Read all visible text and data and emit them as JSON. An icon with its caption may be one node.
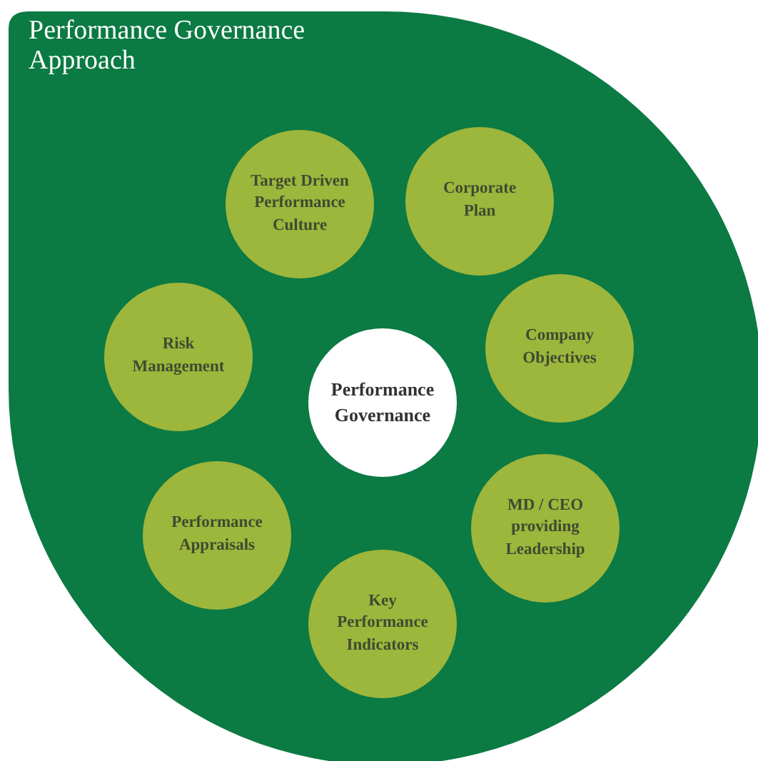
{
  "diagram": {
    "title": "Performance Governance Approach",
    "nodes": [
      {
        "text": [
          "Target Driven Performance Culture"
        ]
      },
      {
        "text": [
          "Corporate Plan"
        ]
      },
      {
        "text": [
          "Risk Management"
        ]
      },
      {
        "text": [
          "Performance Governance"
        ]
      },
      {
        "text": [
          "Company Objectives"
        ]
      },
      {
        "text": [
          "Performance Appraisals"
        ]
      },
      {
        "text": [
          "MD / CEO providing Leadership"
        ]
      },
      {
        "text": [
          "Key Performance Indicators"
        ]
      }
    ]
  }
}
